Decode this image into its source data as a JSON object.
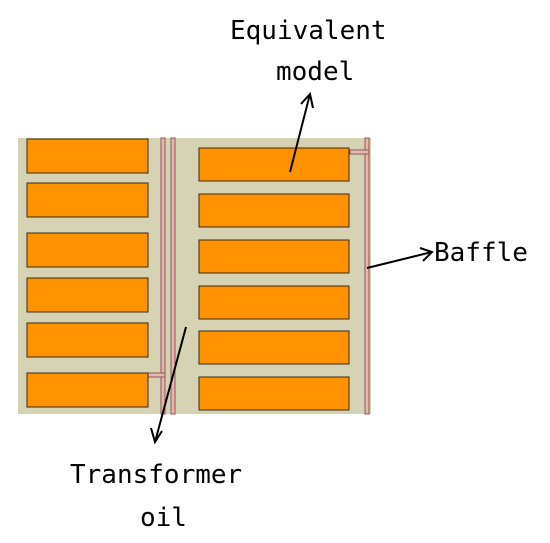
{
  "labels": {
    "equivalent_model": [
      "Equivalent",
      "model"
    ],
    "baffle": "Baffle",
    "transformer_oil": [
      "Transformer",
      "oil"
    ]
  },
  "colors": {
    "oil": "#d6d3b4",
    "baffle": "#e8b6b0",
    "baffle_edge": "#8a5a55",
    "winding": "#ff9200",
    "winding_edge": "#3a2a10",
    "arrow": "#000000"
  }
}
